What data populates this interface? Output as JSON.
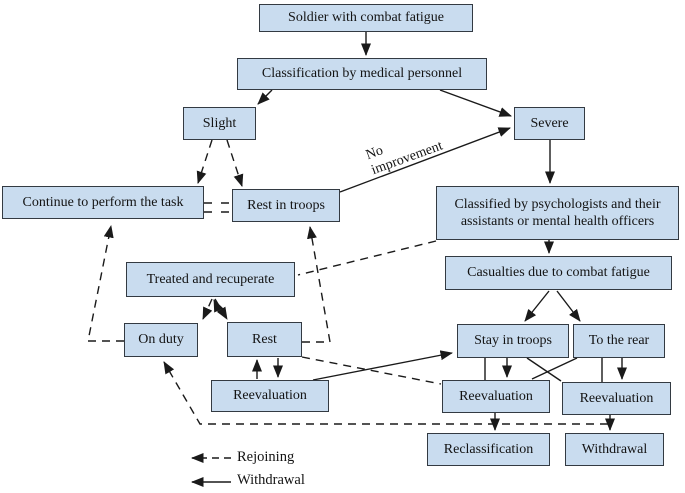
{
  "figure": {
    "type": "flowchart",
    "background_color": "#ffffff",
    "node_fill_color": "#c9dcef",
    "node_border_color": "#333a42",
    "line_color": "#1a1a1a"
  },
  "nodes": {
    "soldier": {
      "label": "Soldier with combat fatigue"
    },
    "classification": {
      "label": "Classification by medical personnel"
    },
    "slight": {
      "label": "Slight"
    },
    "severe": {
      "label": "Severe"
    },
    "continue_task": {
      "label": "Continue to perform the task"
    },
    "rest_in_troops": {
      "label": "Rest in troops"
    },
    "classified": {
      "label": "Classified by psychologists and their assistants or mental health officers"
    },
    "casualties": {
      "label": "Casualties due to combat fatigue"
    },
    "treated": {
      "label": "Treated and recuperate"
    },
    "on_duty": {
      "label": "On duty"
    },
    "rest": {
      "label": "Rest"
    },
    "stay_in_troops": {
      "label": "Stay in troops"
    },
    "to_the_rear": {
      "label": "To the rear"
    },
    "reevaluation_left": {
      "label": "Reevaluation"
    },
    "reevaluation_mid": {
      "label": "Reevaluation"
    },
    "reevaluation_right": {
      "label": "Reevaluation"
    },
    "reclassification": {
      "label": "Reclassification"
    },
    "withdrawal": {
      "label": "Withdrawal"
    }
  },
  "edge_labels": {
    "no_improvement": "No improvement"
  },
  "legend": {
    "rejoining": "Rejoining",
    "withdrawal": "Withdrawal",
    "dashed_meaning": "Rejoining",
    "solid_meaning": "Withdrawal"
  }
}
